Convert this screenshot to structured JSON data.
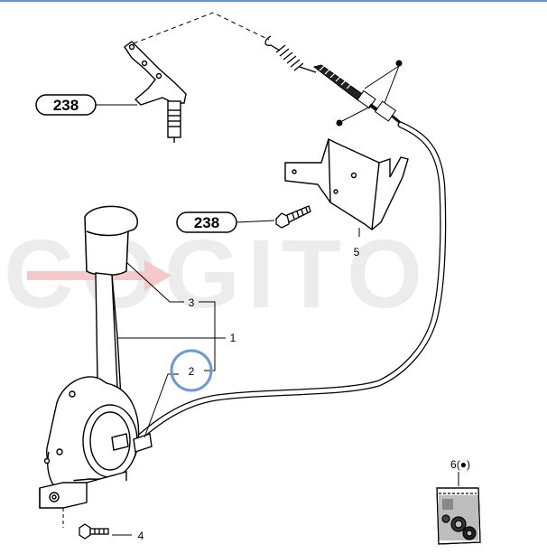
{
  "watermark": {
    "text": "COGITO"
  },
  "callouts": {
    "top_ref": "238",
    "middle_ref": "238"
  },
  "part_numbers": {
    "p1": "1",
    "p2": "2",
    "p3": "3",
    "p4": "4",
    "p5": "5",
    "p6": "6(●)"
  },
  "colors": {
    "line": "#000000",
    "highlight_ring": "#6a9bd6",
    "watermark": "#ececec",
    "watermark_arrow": "#f3c9c9",
    "top_edge": "#6b8fc7"
  }
}
